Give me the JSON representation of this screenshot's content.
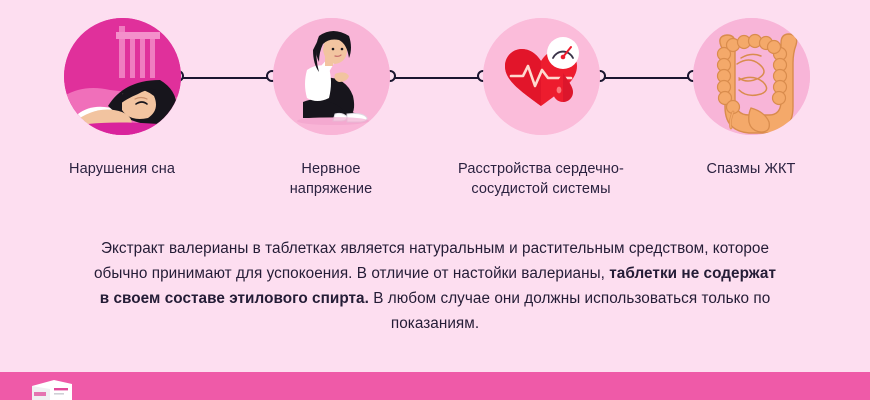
{
  "theme": {
    "background": "#fddef0",
    "banner_background": "#ef5aa8",
    "text_color": "#241c36",
    "line_color": "#1b1630",
    "accent_deep_pink": "#e0309b",
    "accent_soft_pink": "#f9b5d7",
    "heart_red": "#ed1c2e",
    "gut_orange": "#f4a96a"
  },
  "steps": [
    {
      "id": "sleep-disorders",
      "label": "Нарушения сна",
      "icon": "sleeping-woman-icon",
      "circle_color": "#e0309b"
    },
    {
      "id": "nervous-tension",
      "label": "Нервное\nнапряжение",
      "label_line1": "Нервное",
      "label_line2": "напряжение",
      "icon": "stressed-woman-icon",
      "circle_color": "#f9b5d7"
    },
    {
      "id": "cardiovascular-disorders",
      "label": "Расстройства сердечно-\nсосудистой системы",
      "label_line1": "Расстройства сердечно-",
      "label_line2": "сосудистой системы",
      "icon": "heart-pulse-icon",
      "circle_color": "#fbbcda"
    },
    {
      "id": "gi-spasms",
      "label": "Спазмы ЖКТ",
      "icon": "intestines-icon",
      "circle_color": "#f8b5d8"
    }
  ],
  "paragraph": {
    "part1": "Экстракт валерианы в таблетках является натуральным и растительным средством, которое обычно принимают для успокоения. В отличие от настойки валерианы, ",
    "bold": "таблетки не содержат в своем составе этилового спирта.",
    "part2": " В любом случае они должны использоваться только по показаниям."
  },
  "banner": {
    "product_icon": "medicine-box-icon",
    "text": ""
  }
}
